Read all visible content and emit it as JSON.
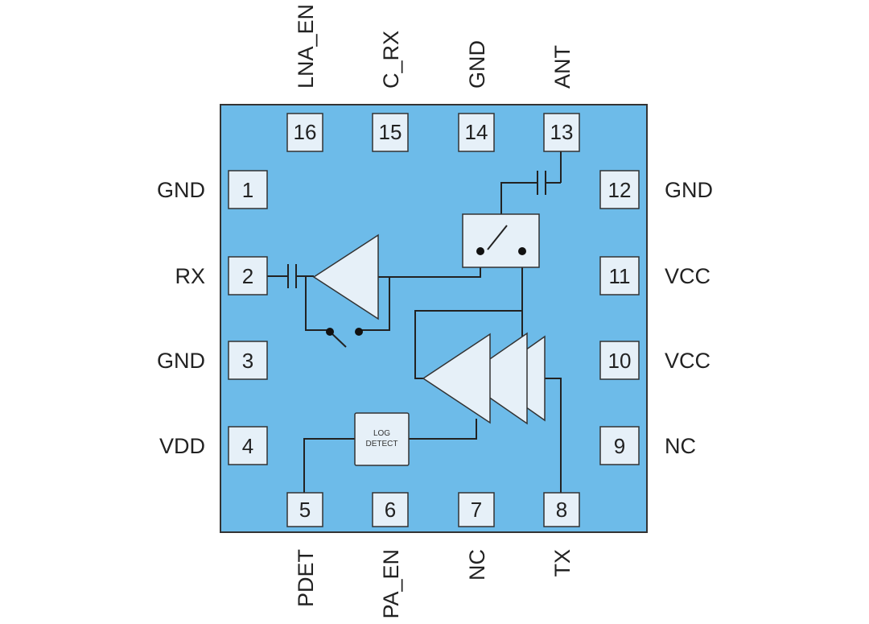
{
  "colors": {
    "body_fill": "#6dbbe9",
    "body_stroke": "#333333",
    "pad_fill": "#e6f0f8",
    "wire": "#222222"
  },
  "pins": {
    "p1": {
      "number": "1",
      "label": "GND"
    },
    "p2": {
      "number": "2",
      "label": "RX"
    },
    "p3": {
      "number": "3",
      "label": "GND"
    },
    "p4": {
      "number": "4",
      "label": "VDD"
    },
    "p5": {
      "number": "5",
      "label": "PDET"
    },
    "p6": {
      "number": "6",
      "label": "PA_EN"
    },
    "p7": {
      "number": "7",
      "label": "NC"
    },
    "p8": {
      "number": "8",
      "label": "TX"
    },
    "p9": {
      "number": "9",
      "label": "NC"
    },
    "p10": {
      "number": "10",
      "label": "VCC"
    },
    "p11": {
      "number": "11",
      "label": "VCC"
    },
    "p12": {
      "number": "12",
      "label": "GND"
    },
    "p13": {
      "number": "13",
      "label": "ANT"
    },
    "p14": {
      "number": "14",
      "label": "GND"
    },
    "p15": {
      "number": "15",
      "label": "C_RX"
    },
    "p16": {
      "number": "16",
      "label": "LNA_EN"
    }
  },
  "log_detect": {
    "line1": "LOG",
    "line2": "DETECT"
  }
}
